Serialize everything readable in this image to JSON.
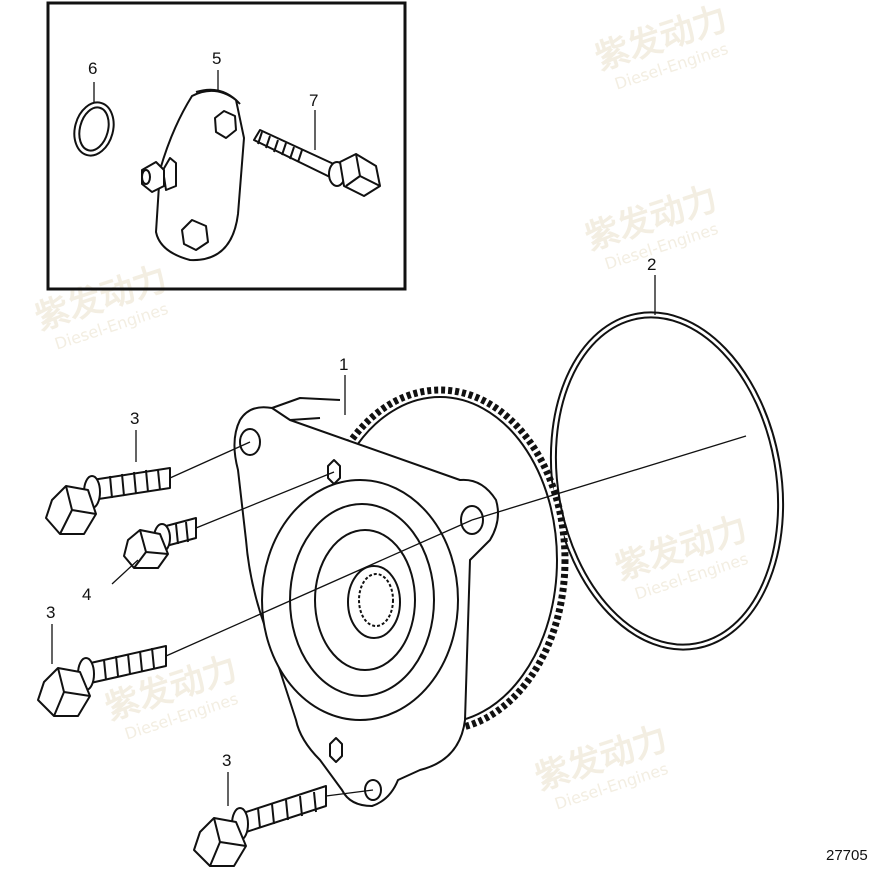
{
  "watermark": {
    "brand_cn": "紫发动力",
    "brand_en": "Diesel-Engines"
  },
  "callouts": {
    "oil_pump_assembly": "1",
    "o_ring_large": "2",
    "flange_bolt_top": "3",
    "flange_bolt_middle": "3",
    "flange_bolt_bottom": "3",
    "small_bolt": "4",
    "cover_plate": "5",
    "sealing_ring": "6",
    "bolt_inset": "7"
  },
  "drawing_number": "27705",
  "colors": {
    "line": "#111111",
    "watermark": "#f3eee2",
    "background": "#ffffff"
  }
}
